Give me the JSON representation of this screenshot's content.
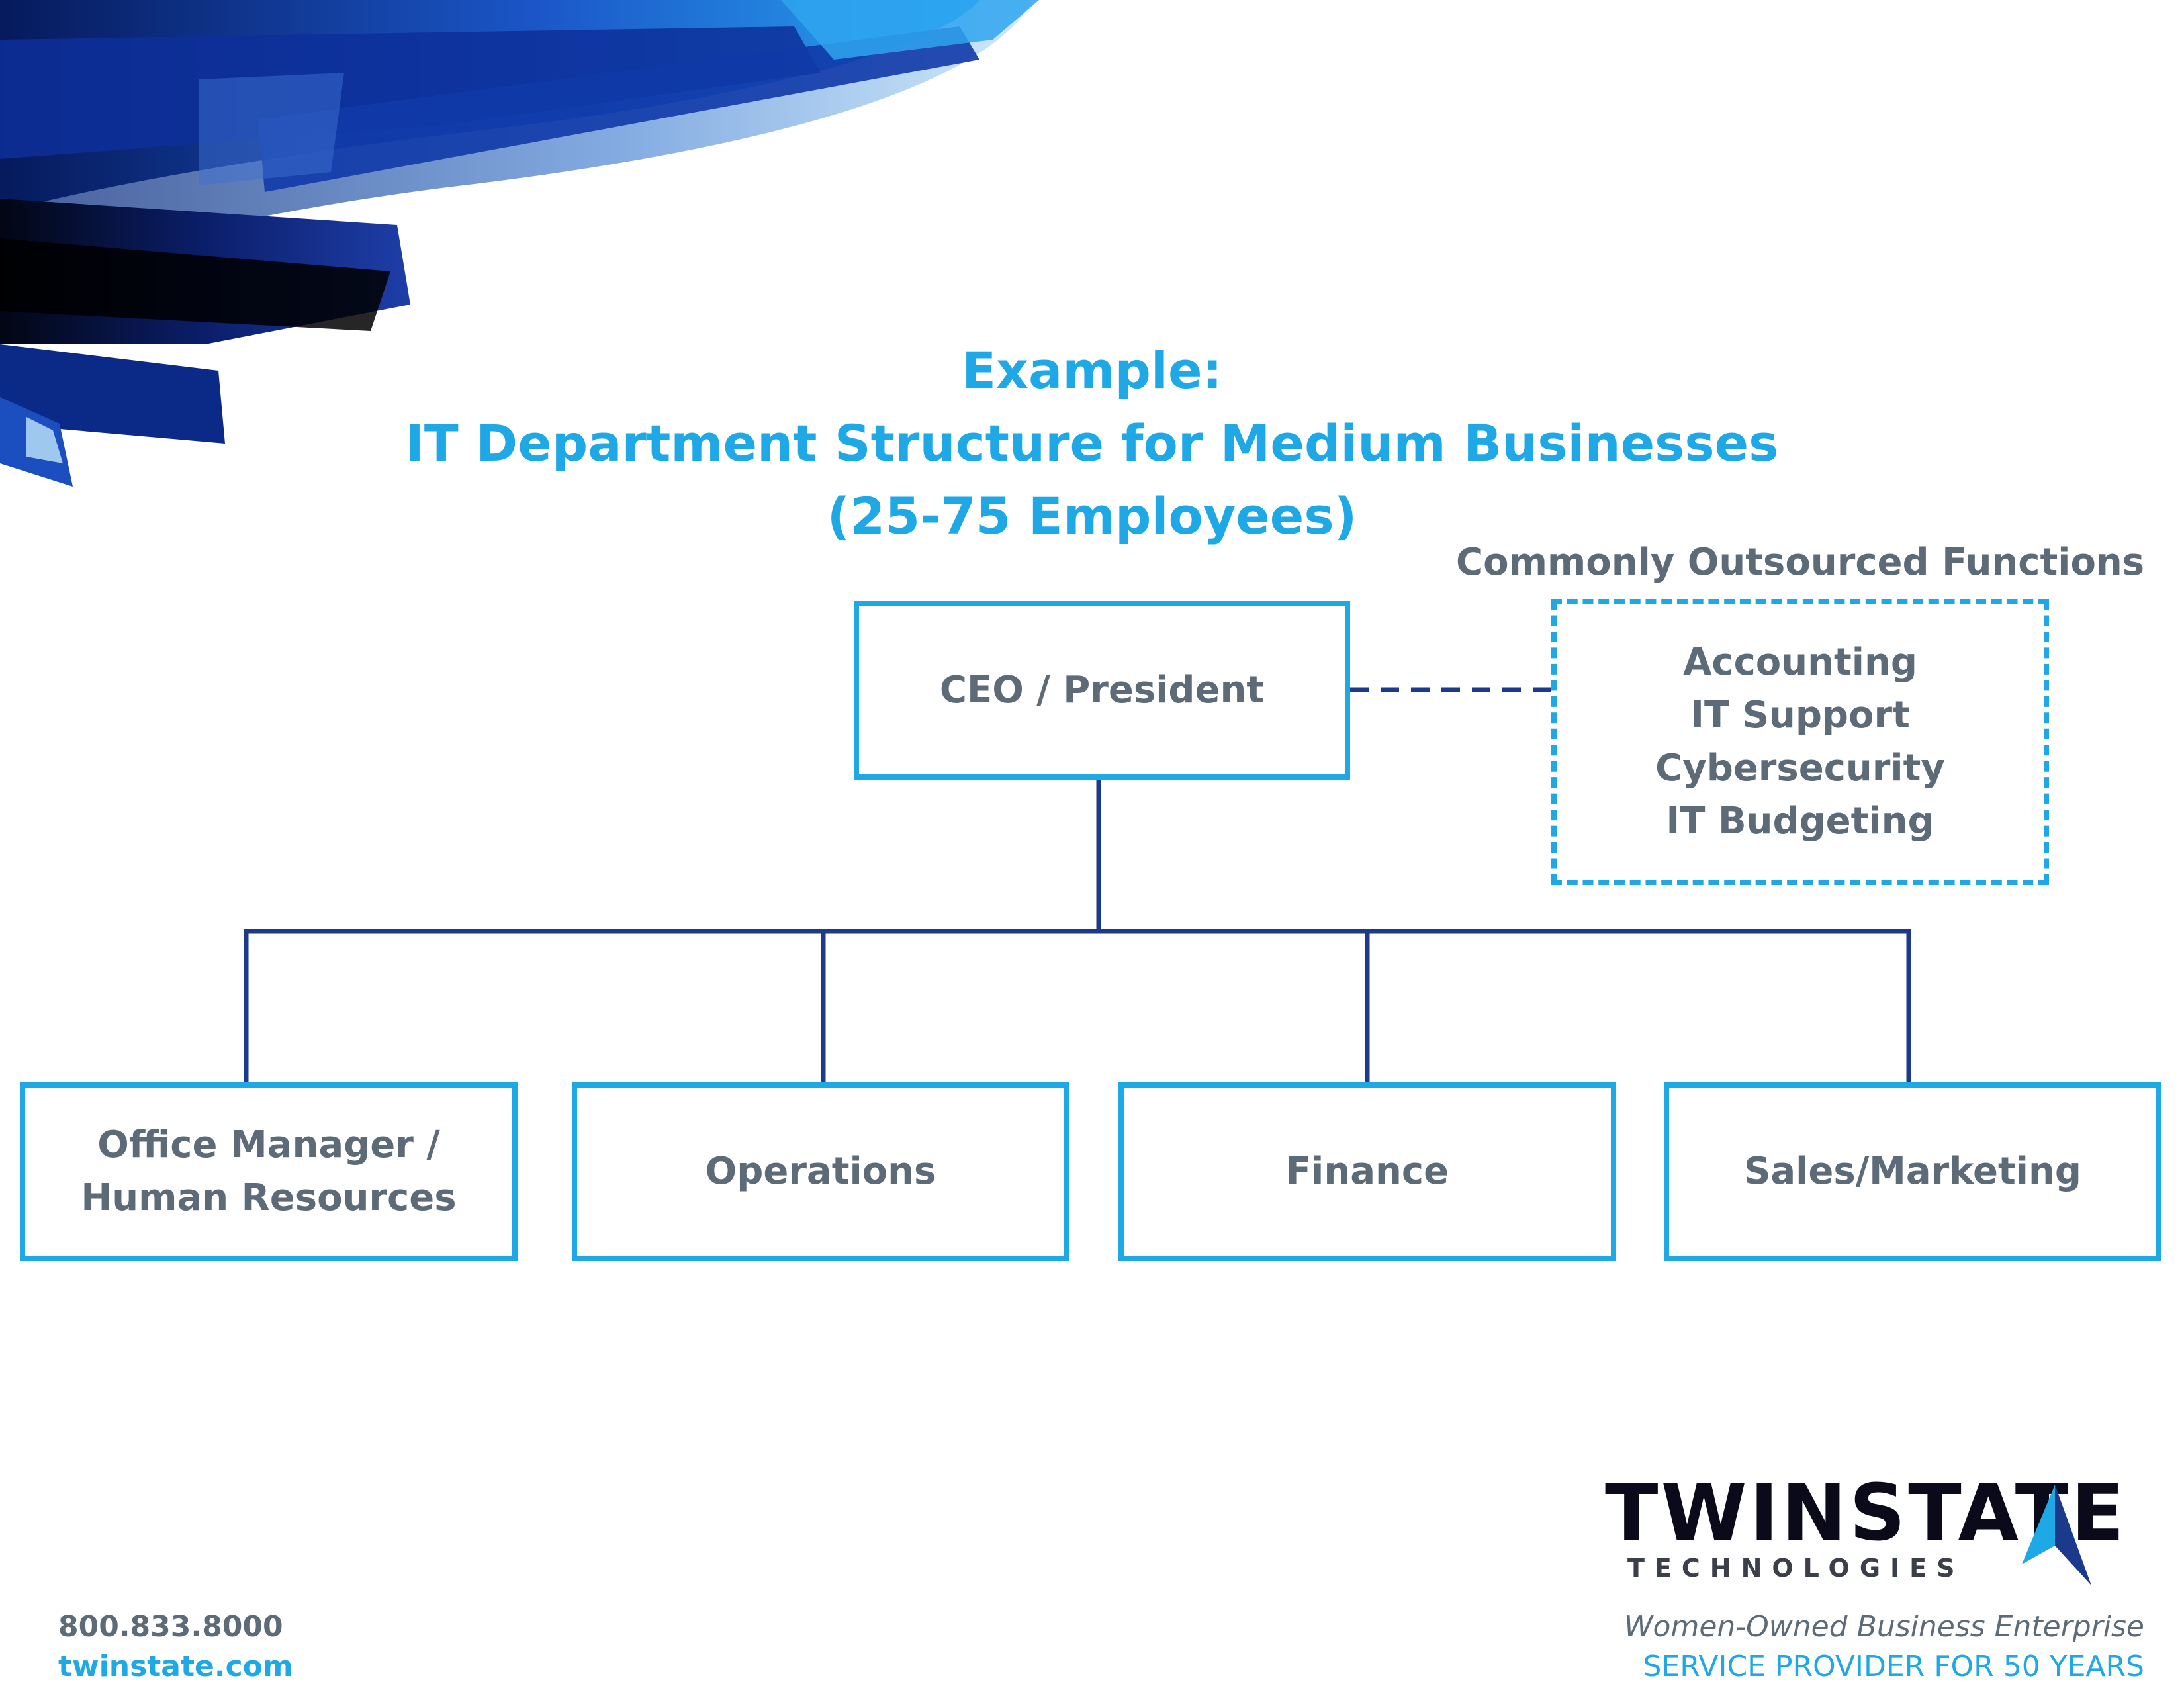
{
  "title": {
    "line1": "Example:",
    "line2": "IT Department Structure for Medium Businesses",
    "line3": "(25-75 Employees)"
  },
  "org_chart": {
    "root": {
      "label": "CEO / President"
    },
    "children": [
      {
        "lines": [
          "Office Manager /",
          "Human Resources"
        ]
      },
      {
        "lines": [
          "Operations"
        ]
      },
      {
        "lines": [
          "Finance"
        ]
      },
      {
        "lines": [
          "Sales/Marketing"
        ]
      }
    ],
    "outsourced": {
      "heading": "Commonly Outsourced Functions",
      "items": [
        "Accounting",
        "IT Support",
        "Cybersecurity",
        "IT Budgeting"
      ]
    }
  },
  "footer": {
    "phone": "800.833.8000",
    "website": "twinstate.com",
    "tagline": "Women-Owned Business Enterprise",
    "service": "SERVICE PROVIDER FOR  50 YEARS"
  },
  "logo": {
    "name": "TWINSTATE",
    "sub": "TECHNOLOGIES"
  },
  "colors": {
    "accent_blue": "#1fa8e6",
    "connector_navy": "#1b3a8c",
    "text_gray": "#5d6b78",
    "logo_black": "#0a0a1a"
  }
}
